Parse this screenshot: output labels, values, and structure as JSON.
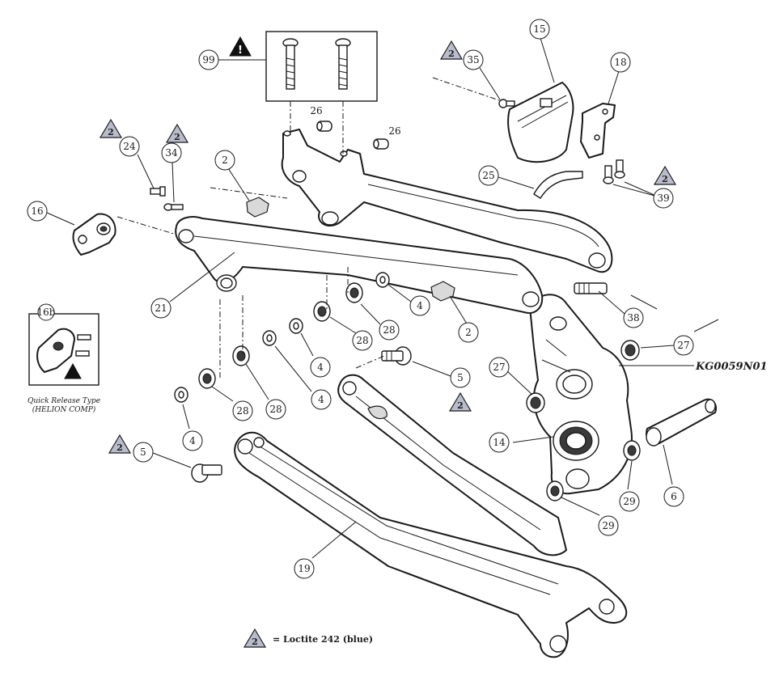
{
  "diagram": {
    "code": "KG0059N01",
    "legend": {
      "symbol": "2",
      "text": "= Loctite 242 (blue)"
    },
    "inset": {
      "part_number": "16b",
      "caption_line1": "Quick Release Type",
      "caption_line2": "(HELION COMP)"
    },
    "warning_symbol": "!",
    "loctite_badges": [
      {
        "id": "b35",
        "label": "2"
      },
      {
        "id": "b24",
        "label": "2"
      },
      {
        "id": "b34",
        "label": "2"
      },
      {
        "id": "b39",
        "label": "2"
      },
      {
        "id": "b5right",
        "label": "2"
      },
      {
        "id": "b5left",
        "label": "2"
      }
    ],
    "callouts": [
      {
        "id": "c99",
        "label": "99"
      },
      {
        "id": "c26a",
        "label": "26"
      },
      {
        "id": "c26b",
        "label": "26"
      },
      {
        "id": "c15",
        "label": "15"
      },
      {
        "id": "c35",
        "label": "35"
      },
      {
        "id": "c18",
        "label": "18"
      },
      {
        "id": "c24",
        "label": "24"
      },
      {
        "id": "c34",
        "label": "34"
      },
      {
        "id": "c2top",
        "label": "2"
      },
      {
        "id": "c16",
        "label": "16"
      },
      {
        "id": "c25",
        "label": "25"
      },
      {
        "id": "c39",
        "label": "39"
      },
      {
        "id": "c21",
        "label": "21"
      },
      {
        "id": "c4a",
        "label": "4"
      },
      {
        "id": "c28a",
        "label": "28"
      },
      {
        "id": "c2right",
        "label": "2"
      },
      {
        "id": "c38",
        "label": "38"
      },
      {
        "id": "c27right",
        "label": "27"
      },
      {
        "id": "c28b",
        "label": "28"
      },
      {
        "id": "c4b",
        "label": "4"
      },
      {
        "id": "c5right",
        "label": "5"
      },
      {
        "id": "c27left",
        "label": "27"
      },
      {
        "id": "c28c",
        "label": "28"
      },
      {
        "id": "c4c",
        "label": "4"
      },
      {
        "id": "c28d",
        "label": "28"
      },
      {
        "id": "c4d",
        "label": "4"
      },
      {
        "id": "c14",
        "label": "14"
      },
      {
        "id": "c5left",
        "label": "5"
      },
      {
        "id": "c29right",
        "label": "29"
      },
      {
        "id": "c6",
        "label": "6"
      },
      {
        "id": "c29bottom",
        "label": "29"
      },
      {
        "id": "c19",
        "label": "19"
      }
    ]
  }
}
